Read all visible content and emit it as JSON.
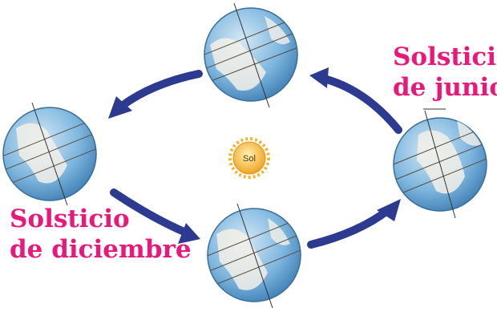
{
  "labels": {
    "june_line1": "Solsticio",
    "june_line2": "de junio",
    "december_line1": "Solsticio",
    "december_line2": "de diciembre"
  },
  "sun": {
    "label": "Sol"
  },
  "colors": {
    "label": "#e8197a",
    "arrow": "#2c3b8f",
    "ocean": "#6aa9d6",
    "land": "#f2f0e8",
    "sun": "#f2b730"
  }
}
